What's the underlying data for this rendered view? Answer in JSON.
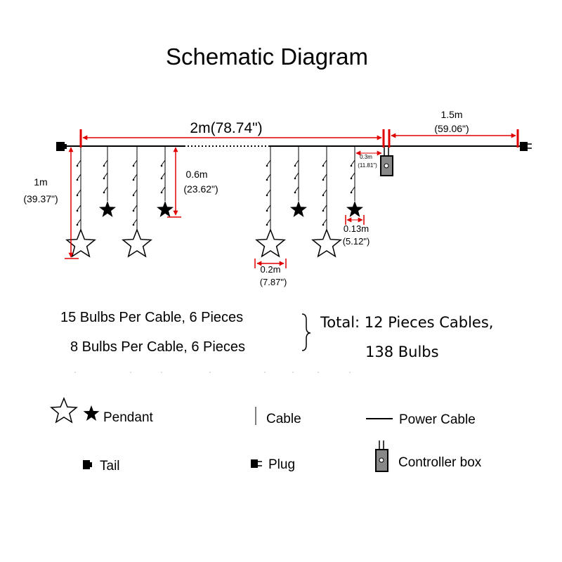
{
  "title": "Schematic Diagram",
  "colors": {
    "dimension": "#e00000",
    "line": "#000000",
    "controller_fill": "#888888",
    "background": "#ffffff"
  },
  "dimensions": {
    "main_length": "2m(78.74\")",
    "power_length_m": "1.5m",
    "power_length_in": "(59.06\")",
    "cable_long_m": "1m",
    "cable_long_in": "(39.37\")",
    "cable_short_m": "0.6m",
    "cable_short_in": "(23.62\")",
    "spacing_m": "0.3m",
    "spacing_in": "(11.81\")",
    "star_small_m": "0.13m",
    "star_small_in": "(5.12\")",
    "star_large_m": "0.2m",
    "star_large_in": "(7.87\")"
  },
  "info": {
    "line1": "15 Bulbs Per Cable, 6 Pieces",
    "line2": "8 Bulbs Per Cable, 6 Pieces",
    "total_line1": "Total: 12 Pieces Cables,",
    "total_line2": "138 Bulbs"
  },
  "legend": {
    "pendant": "Pendant",
    "cable": "Cable",
    "power_cable": "Power Cable",
    "tail": "Tail",
    "plug": "Plug",
    "controller_box": "Controller box"
  },
  "icons": {
    "star_outline": "star-outline-icon",
    "star_filled": "star-filled-icon",
    "tail": "tail-icon",
    "plug": "plug-icon",
    "controller": "controller-box-icon"
  }
}
